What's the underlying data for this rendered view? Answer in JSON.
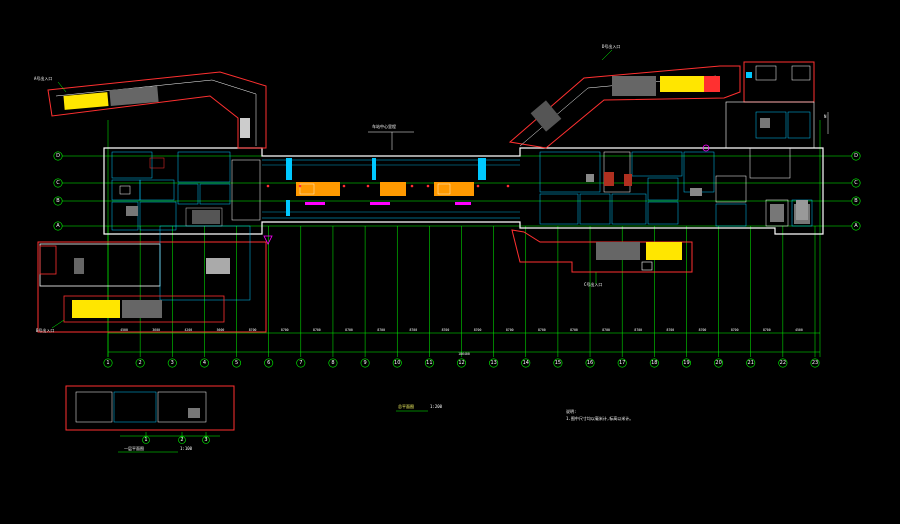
{
  "drawing": {
    "grid_columns": [
      "1",
      "2",
      "3",
      "4",
      "5",
      "6",
      "7",
      "8",
      "9",
      "10",
      "11",
      "12",
      "13",
      "14",
      "15",
      "16",
      "17",
      "18",
      "19",
      "20",
      "21",
      "22",
      "23"
    ],
    "grid_rows": [
      "D",
      "C",
      "B",
      "A"
    ],
    "small_view_grids": [
      "1",
      "2",
      "3"
    ],
    "plan_title": "总平面图",
    "plan_scale": "1:200",
    "section_title": "一层平面图",
    "section_scale": "1:100",
    "note_head": "说明:",
    "note_line": "1.图中尺寸均以毫米计,标高以米计。",
    "north_mark": "N",
    "entrance_labels": [
      "A号出入口",
      "B号出入口",
      "C号出入口",
      "D号出入口"
    ],
    "top_center_label": "车站中心里程",
    "dim_values": [
      "4500",
      "3600",
      "4200",
      "5600",
      "8700",
      "8700",
      "8700",
      "8700",
      "8700",
      "8700",
      "8700",
      "8700",
      "8700",
      "8700",
      "8700",
      "8700",
      "8700",
      "8700",
      "8700",
      "8700",
      "8700",
      "4500"
    ],
    "total_length": "186400"
  },
  "colors": {
    "background": "#000000",
    "structure": "#ffffff",
    "walls": "#ff3030",
    "rooms": "#00c8ff",
    "grid": "#00ff00",
    "stairs": "#ffe600",
    "platform_equipment": "#ff9900",
    "annotation": "#ff00ff"
  }
}
